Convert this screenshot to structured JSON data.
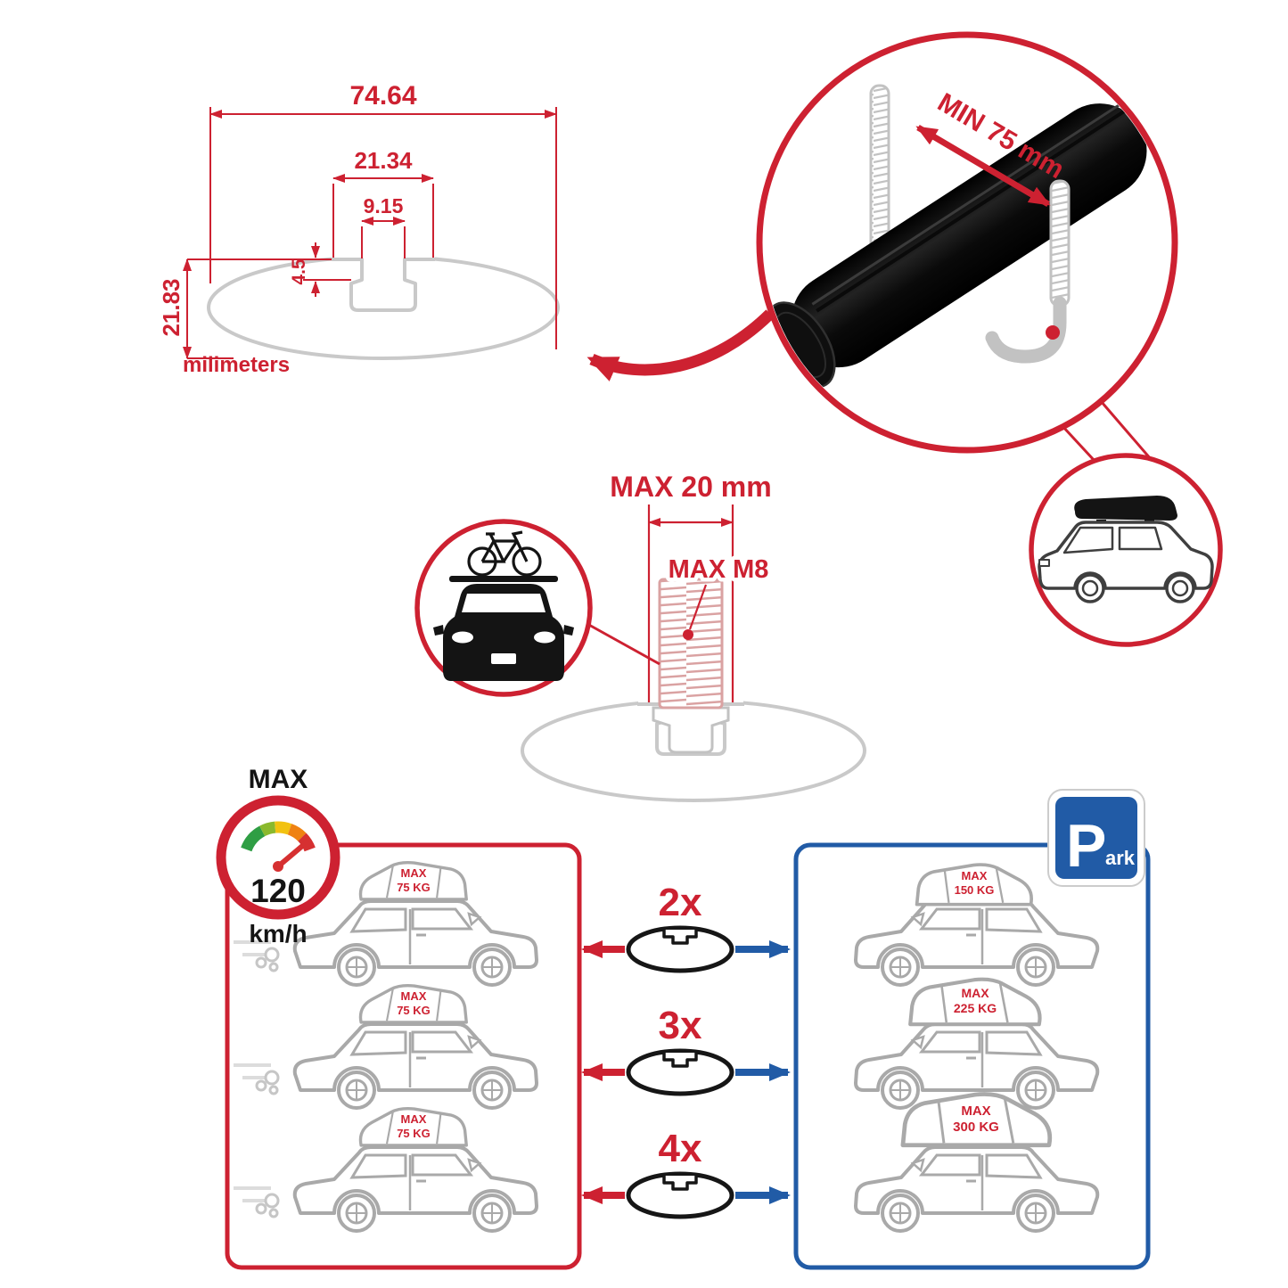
{
  "colors": {
    "red": "#cd2131",
    "blue": "#215ba6",
    "drawing_gray": "#c9c9c9",
    "car_gray": "#a9a9a9",
    "black": "#141414"
  },
  "profile_dimensions": {
    "total_width": "74.64",
    "channel_outer_width": "21.34",
    "channel_opening": "9.15",
    "lip_depth": "4.5",
    "total_height": "21.83",
    "units_label": "milimeters"
  },
  "clamp_detail": {
    "min_clamp_span": "MIN 75 mm"
  },
  "bolt_detail": {
    "max_length": "MAX 20 mm",
    "max_thread": "MAX M8"
  },
  "speed_limit": {
    "label": "MAX",
    "value": "120",
    "units": "km/h"
  },
  "park_sign": {
    "letter": "P",
    "suffix": "ark"
  },
  "load_capacity": {
    "driving_cars": [
      {
        "label": "MAX",
        "weight": "75 KG"
      },
      {
        "label": "MAX",
        "weight": "75 KG"
      },
      {
        "label": "MAX",
        "weight": "75 KG"
      }
    ],
    "parked_cars": [
      {
        "label": "MAX",
        "weight": "150 KG"
      },
      {
        "label": "MAX",
        "weight": "225 KG"
      },
      {
        "label": "MAX",
        "weight": "300 KG"
      }
    ],
    "bar_multipliers": [
      "2x",
      "3x",
      "4x"
    ]
  }
}
